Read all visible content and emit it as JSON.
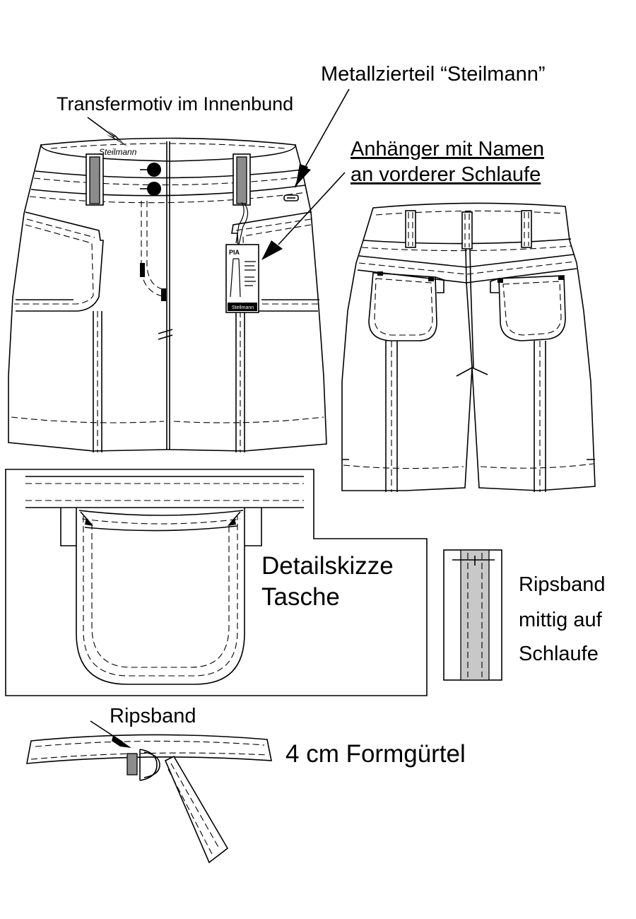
{
  "labels": {
    "transfer_motif": "Transfermotiv im Innenbund",
    "metal_trim": "Metallzierteil “Steilmann”",
    "tag_line1": "Anhänger mit Namen",
    "tag_line2": "an vorderer Schlaufe",
    "detail_line1": "Detailskizze",
    "detail_line2": "Tasche",
    "ribbon_line1": "Ripsband",
    "ribbon_line2": "mittig auf",
    "ribbon_line3": "Schlaufe",
    "belt_ribbon": "Ripsband",
    "belt": "4 cm Formgürtel"
  },
  "artwork": {
    "waistband_logo": "Steilmann",
    "hangtag_name": "PIA",
    "hangtag_brand": "Steilmann"
  },
  "colors": {
    "line": "#000000",
    "ribbon_dark": "#8c8c8c",
    "ribbon_light": "#c8c8c8"
  }
}
